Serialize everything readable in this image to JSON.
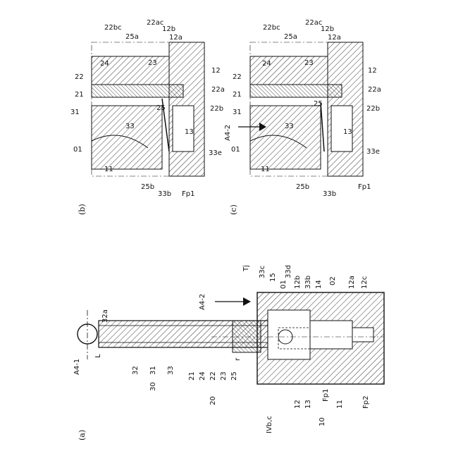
{
  "figure": {
    "panels": {
      "a": {
        "caption": "(a)",
        "labels": [
          "A4-1",
          "A4-2",
          "32a",
          "L",
          "32",
          "31",
          "33",
          "30",
          "21",
          "24",
          "22",
          "23",
          "25",
          "20",
          "r",
          "Tj",
          "33c",
          "15",
          "01",
          "33d",
          "12b",
          "33b",
          "14",
          "02",
          "12a",
          "12c",
          "12",
          "13",
          "Fp1",
          "10",
          "11",
          "Fp2",
          "IVb,c"
        ]
      },
      "b": {
        "caption": "(b)",
        "labels": [
          "22bc",
          "25a",
          "22ac",
          "12b",
          "12a",
          "24",
          "23",
          "22",
          "21",
          "12",
          "22a",
          "31",
          "25",
          "22b",
          "33",
          "13",
          "01",
          "33e",
          "11",
          "25b",
          "33b",
          "Fp1"
        ]
      },
      "c": {
        "caption": "(c)",
        "labels": [
          "22bc",
          "25a",
          "22ac",
          "12b",
          "12a",
          "24",
          "23",
          "22",
          "21",
          "12",
          "22a",
          "25",
          "22b",
          "31",
          "A4-2",
          "33",
          "13",
          "01",
          "33e",
          "11",
          "25b",
          "33b",
          "Fp1"
        ]
      }
    }
  }
}
